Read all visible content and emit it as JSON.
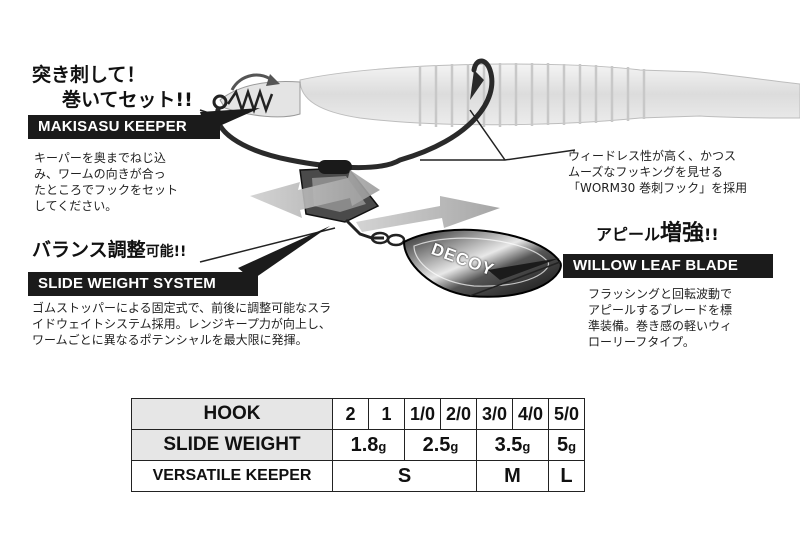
{
  "keeper": {
    "headline_1": "突き刺して！",
    "headline_2": "巻いてセット!!",
    "banner": "MAKISASU KEEPER",
    "desc": [
      "キーパーを奥までねじ込",
      "み、ワームの向きが合っ",
      "たところでフックをセット",
      "してください。"
    ]
  },
  "hook_note": {
    "desc": [
      "ウィードレス性が高く、かつス",
      "ムーズなフッキングを見せる",
      "「WORM30 巻刺フック」を採用"
    ]
  },
  "slide": {
    "headline_main": "バランス調整",
    "headline_suffix": "可能!!",
    "banner": "SLIDE WEIGHT SYSTEM",
    "desc": [
      "ゴムストッパーによる固定式で、前後に調整可能なスラ",
      "イドウェイトシステム採用。レンジキープ力が向上し、",
      "ワームごとに異なるポテンシャルを最大限に発揮。"
    ]
  },
  "blade": {
    "headline_main": "アピール",
    "headline_big": "増強",
    "headline_suffix": "!!",
    "banner": "WILLOW LEAF BLADE",
    "logo_text": "DECOY",
    "desc": [
      "フラッシングと回転波動で",
      "アピールするブレードを標",
      "準装備。巻き感の軽いウィ",
      "ローリーフタイプ。"
    ]
  },
  "spec_table": {
    "hook_label": "HOOK",
    "hook_sizes": [
      "2",
      "1",
      "1/0",
      "2/0",
      "3/0",
      "4/0",
      "5/0"
    ],
    "weight_label": "SLIDE WEIGHT",
    "weights": [
      {
        "value": "1.8",
        "unit": "g"
      },
      {
        "value": "2.5",
        "unit": "g"
      },
      {
        "value": "3.5",
        "unit": "g"
      },
      {
        "value": "5",
        "unit": "g"
      }
    ],
    "keeper_label": "VERSATILE KEEPER",
    "keeper_sizes": [
      "S",
      "M",
      "L"
    ]
  }
}
